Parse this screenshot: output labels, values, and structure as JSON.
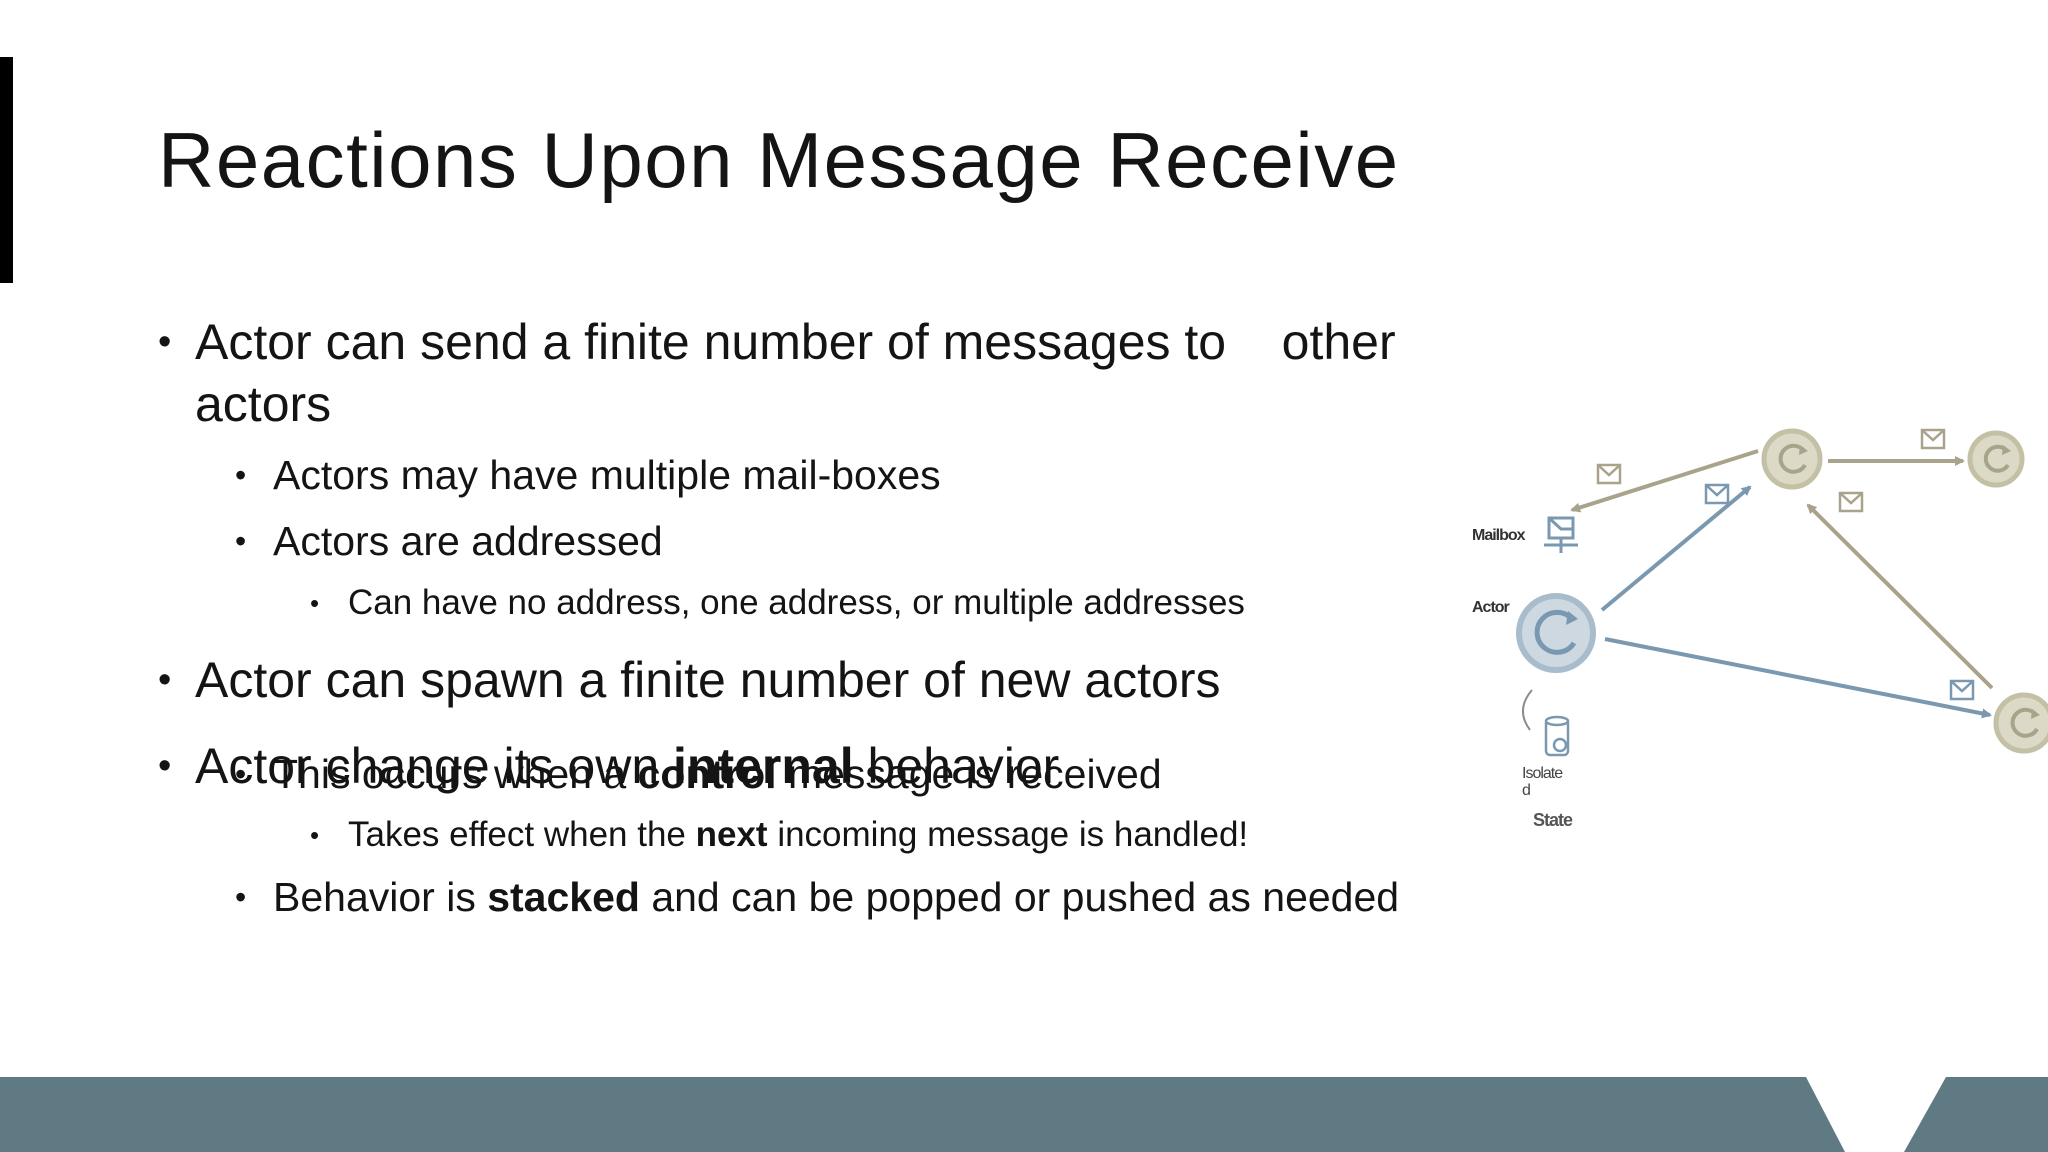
{
  "slide": {
    "title": "Reactions Upon Message Receive",
    "bullets": {
      "b1_line1": "Actor can send a finite number of messages to    other",
      "b1_line2": "actors",
      "b1_sub1": "Actors may have multiple mail-boxes",
      "b1_sub2": "Actors are addressed",
      "b1_sub2_sub1": "Can have no address, one address, or multiple addresses",
      "b2": "Actor can spawn a finite number of new actors",
      "b3_pre": "Actor change its own ",
      "b3_bold": "internal",
      "b3_post": " behavior",
      "b3_sub1_pre": "This occurs when a ",
      "b3_sub1_bold": "control",
      "b3_sub1_post": " message is received",
      "b3_sub1_sub1_pre": "Takes effect when the ",
      "b3_sub1_sub1_bold": "next",
      "b3_sub1_sub1_post": " incoming message is handled!",
      "b3_sub2_pre": "Behavior is ",
      "b3_sub2_bold": "stacked",
      "b3_sub2_post": " and can be popped or pushed as needed"
    }
  },
  "diagram": {
    "label_mailbox": "Mailbox",
    "label_actor": "Actor",
    "label_isolated_1": "Isolate",
    "label_isolated_2": "d",
    "label_state": "State",
    "colors": {
      "blue": "#7a99b0",
      "tan": "#a8a38a",
      "actor_fill": "#cdd8e1",
      "node_fill": "#dcd9c6"
    }
  },
  "footer": {
    "color": "#5f7a82"
  }
}
